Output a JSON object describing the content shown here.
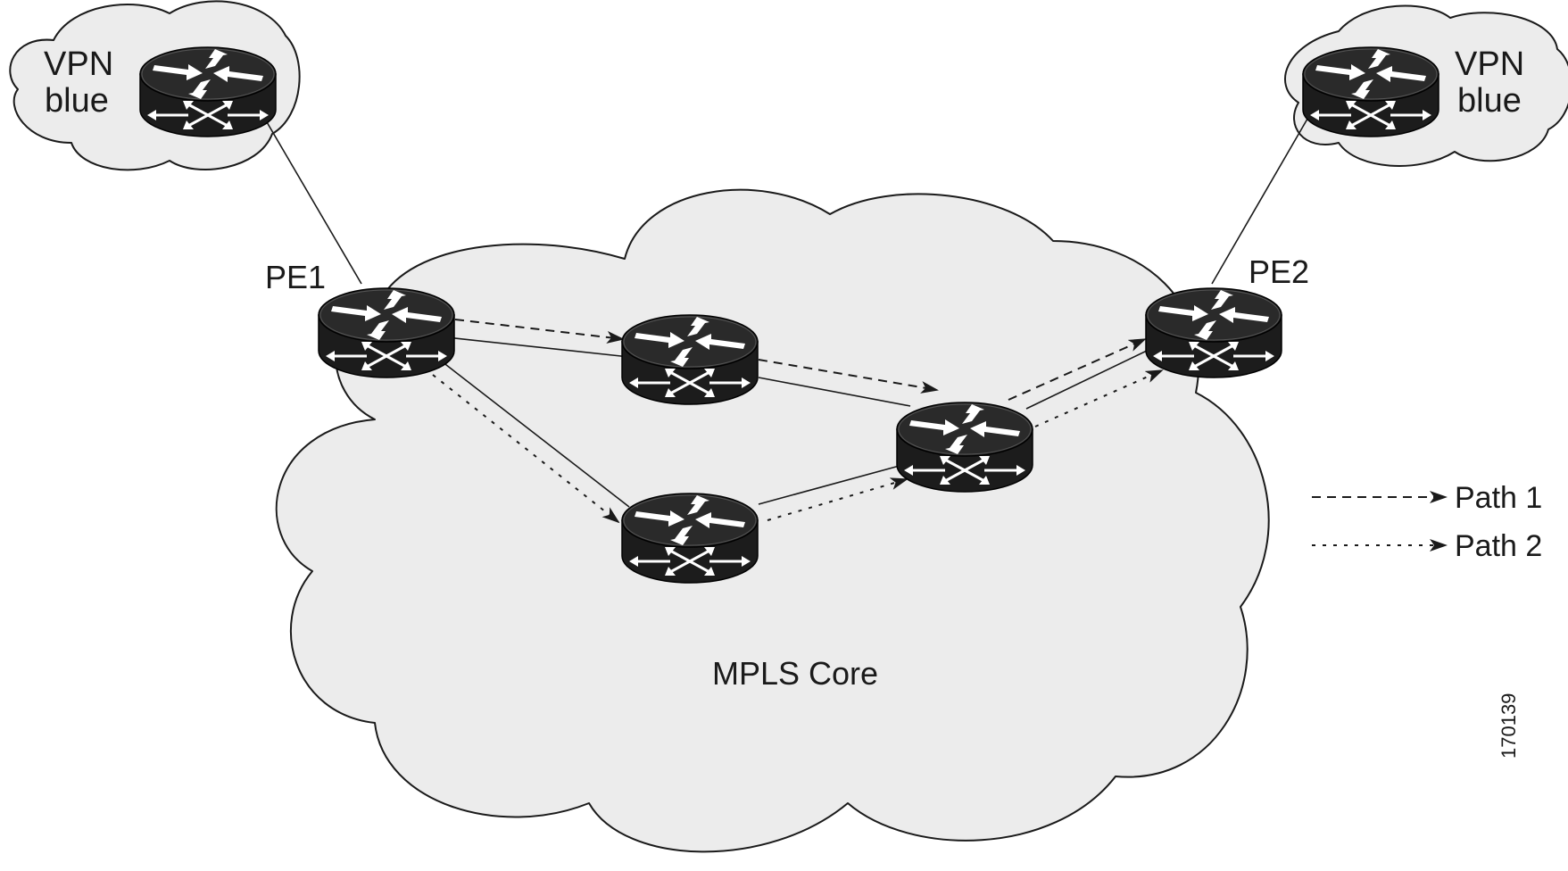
{
  "clouds": {
    "vpn_left": {
      "line1": "VPN",
      "line2": "blue"
    },
    "vpn_right": {
      "line1": "VPN",
      "line2": "blue"
    },
    "core": {
      "label": "MPLS Core"
    }
  },
  "routers": {
    "pe1": {
      "label": "PE1",
      "icon": "router-icon"
    },
    "pe2": {
      "label": "PE2",
      "icon": "router-icon"
    },
    "ce_left": {
      "icon": "router-icon"
    },
    "ce_right": {
      "icon": "router-icon"
    },
    "p_top": {
      "icon": "router-icon"
    },
    "p_bottom": {
      "icon": "router-icon"
    },
    "p_mid": {
      "icon": "router-icon"
    }
  },
  "legend": {
    "path1": "Path 1",
    "path2": "Path 2"
  },
  "figure_id": "170139",
  "colors": {
    "cloud_fill": "#ececec",
    "router_body": "#1c1c1c",
    "line": "#1a1a1a"
  }
}
